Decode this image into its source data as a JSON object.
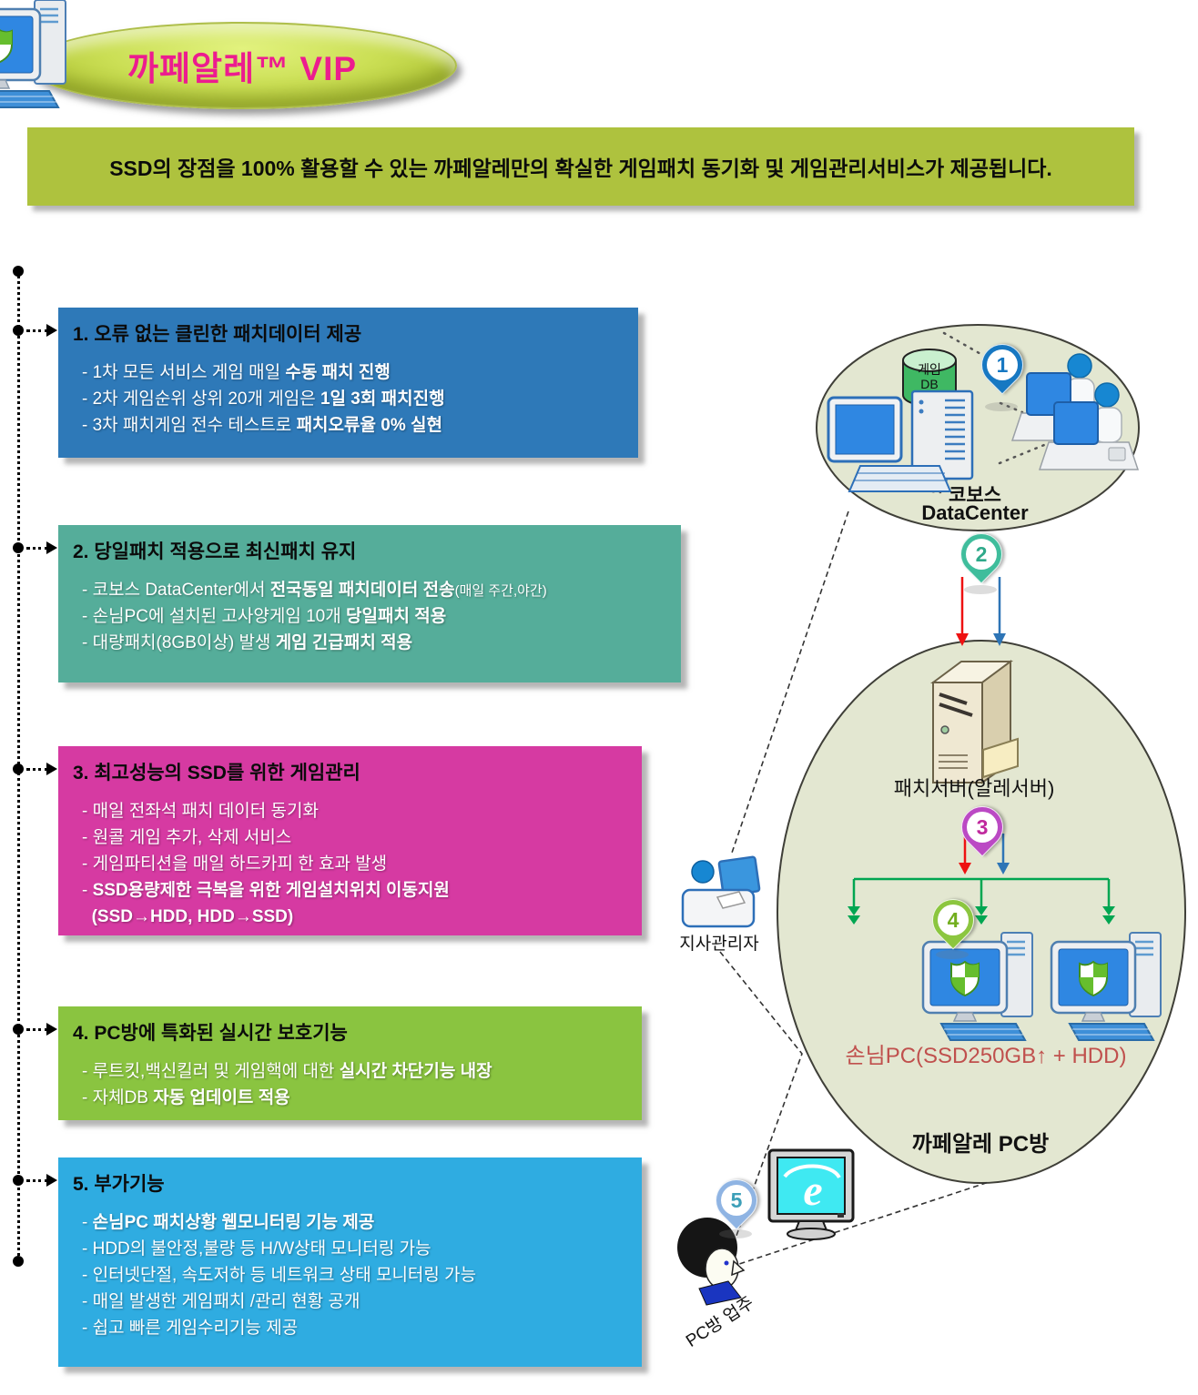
{
  "page": {
    "title": "까페알레™ VIP",
    "banner": "SSD의 장점을 100% 활용할 수 있는 까페알레만의 확실한 게임패치 동기화 및 게임관리서비스가 제공됩니다."
  },
  "features": [
    {
      "title": "1. 오류 없는 클린한 패치데이터 제공",
      "color": "#2E79B8",
      "lines": [
        [
          {
            "text": "- 1차 모든 서비스 게임 매일 "
          },
          {
            "text": "수동 패치 진행",
            "bold": true
          }
        ],
        [
          {
            "text": "- 2차 게임순위 상위 20개 게임은 "
          },
          {
            "text": "1일 3회 패치진행",
            "bold": true
          }
        ],
        [
          {
            "text": "- 3차 패치게임 전수 테스트로 "
          },
          {
            "text": "패치오류율 0% 실현",
            "bold": true
          }
        ]
      ]
    },
    {
      "title": "2. 당일패치 적용으로 최신패치 유지",
      "color": "#55AD9A",
      "lines": [
        [
          {
            "text": "- 코보스 DataCenter에서 "
          },
          {
            "text": "전국동일 패치데이터 전송",
            "bold": true
          },
          {
            "text": "(매일 주간,야간)",
            "small": true
          }
        ],
        [
          {
            "text": "- 손님PC에 설치된 고사양게임 10개 "
          },
          {
            "text": "당일패치 적용",
            "bold": true
          }
        ],
        [
          {
            "text": "- 대량패치(8GB이상) 발생 "
          },
          {
            "text": "게임 긴급패치 적용",
            "bold": true
          }
        ]
      ]
    },
    {
      "title": "3. 최고성능의 SSD를 위한 게임관리",
      "color": "#D63AA2",
      "lines": [
        [
          {
            "text": "- 매일 전좌석 패치 데이터 동기화"
          }
        ],
        [
          {
            "text": "- 원콜 게임 추가, 삭제 서비스"
          }
        ],
        [
          {
            "text": "- 게임파티션을 매일 하드카피 한 효과 발생"
          }
        ],
        [
          {
            "text": "- "
          },
          {
            "text": "SSD용량제한 극복을 위한 게임설치위치 이동지원",
            "bold": true
          }
        ],
        [
          {
            "text": "  "
          },
          {
            "text": "(SSD→HDD, HDD→SSD)",
            "bold": true
          }
        ]
      ]
    },
    {
      "title": "4. PC방에 특화된 실시간 보호기능",
      "color": "#8AC440",
      "lines": [
        [
          {
            "text": "- 루트킷,백신킬러 및 게임핵에 대한 "
          },
          {
            "text": "실시간 차단기능 내장",
            "bold": true
          }
        ],
        [
          {
            "text": "- 자체DB "
          },
          {
            "text": "자동 업데이트 적용",
            "bold": true
          }
        ]
      ]
    },
    {
      "title": "5. 부가기능",
      "color": "#2FACE1",
      "lines": [
        [
          {
            "text": "- "
          },
          {
            "text": "손님PC 패치상황 웹모니터링 기능 제공",
            "bold": true
          }
        ],
        [
          {
            "text": "- HDD의 불안정,불량 등 H/W상태 모니터링 가능"
          }
        ],
        [
          {
            "text": "- 인터넷단절, 속도저하 등 네트워크 상태 모니터링 가능"
          }
        ],
        [
          {
            "text": "- 매일 발생한 게임패치 /관리 현황 공개"
          }
        ],
        [
          {
            "text": "- 쉽고 빠른 게임수리기능 제공"
          }
        ]
      ]
    }
  ],
  "diagram": {
    "datacenter": {
      "db_label": "게임\nDB",
      "name_line1": "코보스",
      "name_line2": "DataCenter"
    },
    "patch_server_label": "패치서버(알레서버)",
    "client_pc_label": "손님PC(SSD250GB↑ + HDD)",
    "pcbang_label": "까페알레 PC방",
    "branch_manager_label": "지사관리자",
    "owner_label": "PC방 업주",
    "pins": [
      {
        "label": "1",
        "color": "#1778C2",
        "num_color": "#1778C2"
      },
      {
        "label": "2",
        "color": "#3FBD9C",
        "num_color": "#2FA98A"
      },
      {
        "label": "3",
        "color": "#BB49C4",
        "num_color": "#C0299E"
      },
      {
        "label": "4",
        "color": "#8CC63F",
        "num_color": "#72AE1E"
      },
      {
        "label": "5",
        "color": "#8FB4E3",
        "num_color": "#3D9FB8"
      }
    ],
    "arrow_colors": {
      "red": "#EE1111",
      "blue": "#2E75B6",
      "green": "#00A651"
    }
  }
}
